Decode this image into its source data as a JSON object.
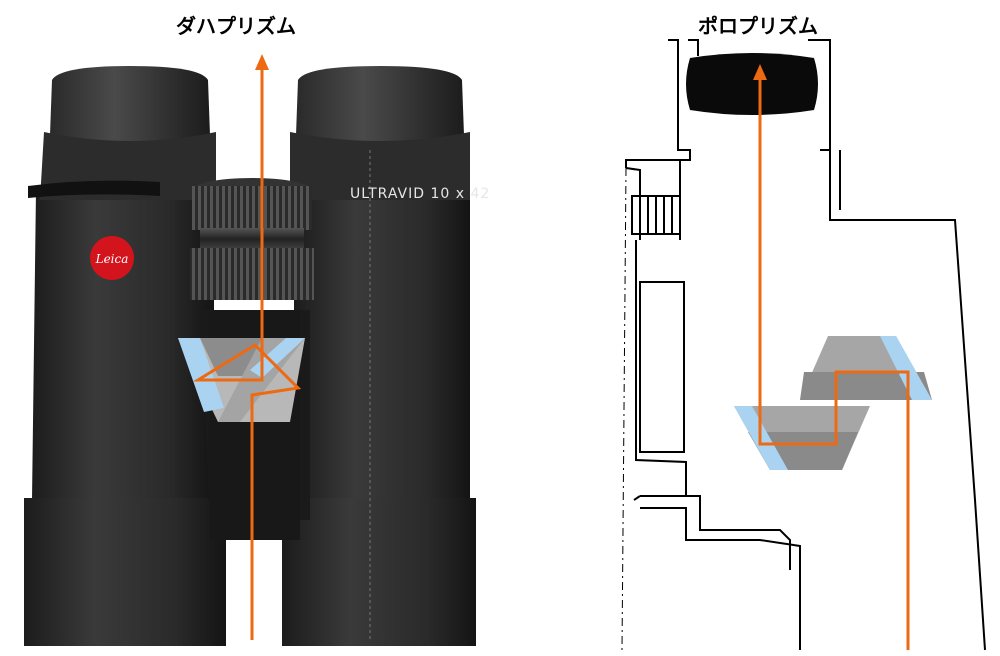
{
  "diagram": {
    "left_title": "ダハプリズム",
    "right_title": "ポロプリズム",
    "left_product_text": "ULTRAVID 10 x 42",
    "left_logo_text": "Leica"
  },
  "colors": {
    "light_path": "#ee6a12",
    "prism_gray": "#9a9a9a",
    "prism_edge": "#a9d3f0",
    "binocular_body": "#2a2a2a",
    "logo_red": "#d4141c"
  }
}
